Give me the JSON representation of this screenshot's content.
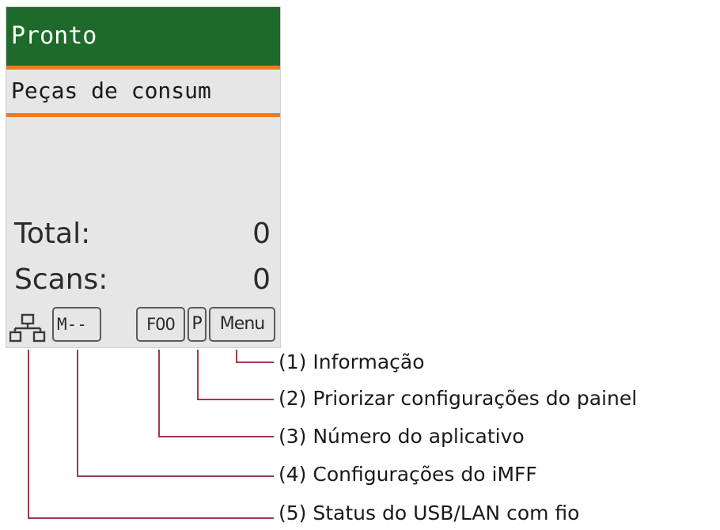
{
  "lcd": {
    "status": "Pronto",
    "consumables": "Peças de consum",
    "counters": {
      "total_label": "Total:",
      "total_value": "0",
      "scans_label": "Scans:",
      "scans_value": "0"
    },
    "bottom_bar": {
      "network_icon": "network-icon",
      "mode": "M--",
      "app_number": "F00",
      "priority": "P",
      "menu": "Menu"
    }
  },
  "callouts": [
    "(1) Informação",
    "(2) Priorizar configurações do painel",
    "(3) Número do aplicativo",
    "(4) Configurações do iMFF",
    "(5) Status do USB/LAN com fio"
  ],
  "colors": {
    "status_bar": "#1d6a2b",
    "divider": "#f07b1f",
    "lcd_background": "#e6e6e6",
    "callout_line": "#9e3a4a"
  }
}
